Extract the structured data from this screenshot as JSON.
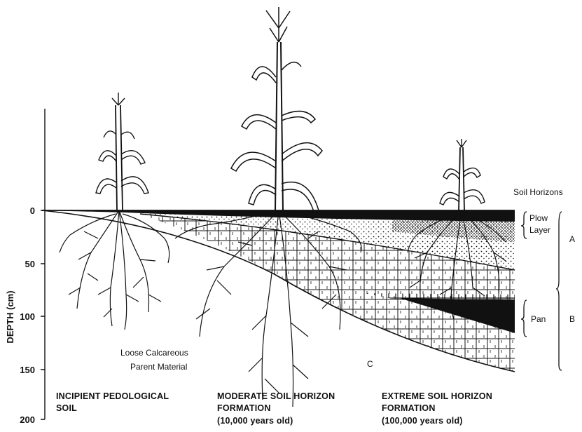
{
  "axis": {
    "label": "DEPTH (cm)",
    "ticks": [
      "0",
      "50",
      "100",
      "150",
      "200"
    ]
  },
  "horizons": {
    "title": "Soil Horizons",
    "plow_line1": "Plow",
    "plow_line2": "Layer",
    "a": "A",
    "pan": "Pan",
    "b": "B"
  },
  "labels": {
    "parent_line1": "Loose Calcareous",
    "parent_line2": "Parent Material",
    "c": "C"
  },
  "stages": [
    {
      "line1": "INCIPIENT PEDOLOGICAL",
      "line2": "SOIL",
      "line3": ""
    },
    {
      "line1": "MODERATE SOIL HORIZON",
      "line2": "FORMATION",
      "line3": "(10,000 years old)"
    },
    {
      "line1": "EXTREME SOIL HORIZON",
      "line2": "FORMATION",
      "line3": "(100,000 years old)"
    }
  ]
}
